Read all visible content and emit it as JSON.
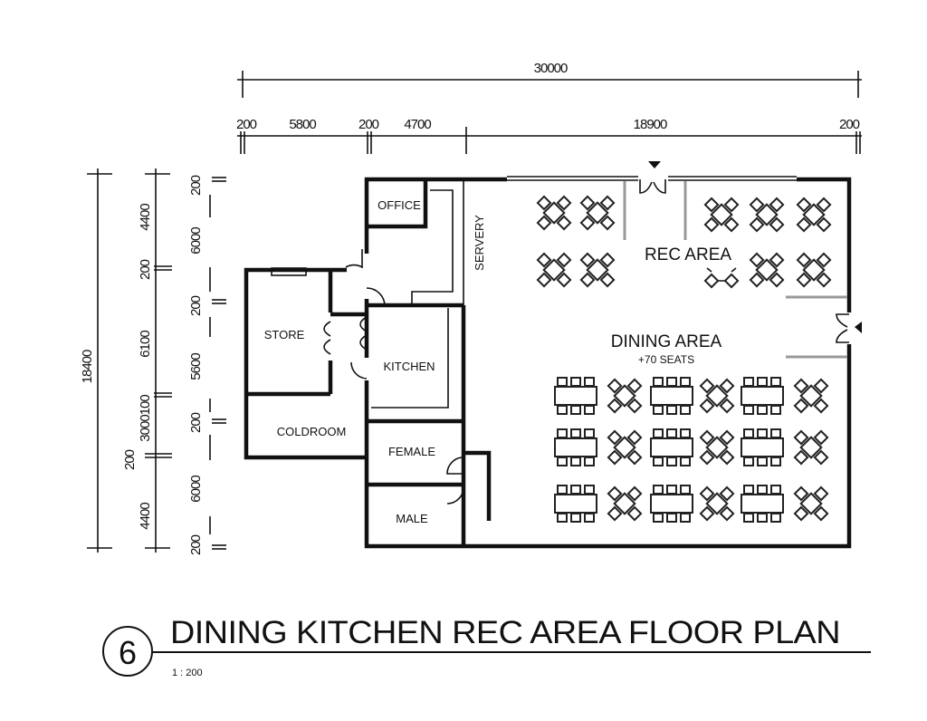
{
  "dimensions": {
    "overall_width": "30000",
    "top_segments": [
      "200",
      "5800",
      "200",
      "4700",
      "18900",
      "200"
    ],
    "overall_height": "18400",
    "left_segments": [
      "4400",
      "200",
      "6100",
      "3000100",
      "200",
      "4400"
    ],
    "inner_segments": [
      "200",
      "6000",
      "200",
      "5600",
      "200",
      "6000",
      "200"
    ]
  },
  "rooms": {
    "office": "OFFICE",
    "servery": "SERVERY",
    "store": "STORE",
    "kitchen": "KITCHEN",
    "coldroom": "COLDROOM",
    "female": "FEMALE",
    "male": "MALE",
    "rec_area": "REC  AREA",
    "dining_area": "DINING  AREA",
    "dining_seats": "+70 SEATS"
  },
  "title_block": {
    "number": "6",
    "title": "DINING  KITCHEN REC  AREA  FLOOR  PLAN",
    "scale": "1 : 200"
  }
}
